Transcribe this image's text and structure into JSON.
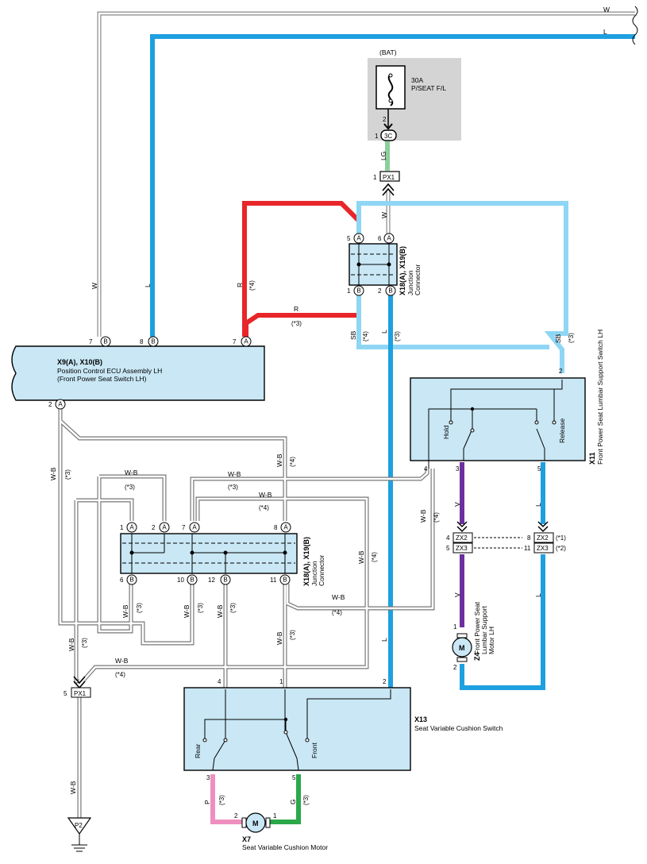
{
  "ecu": {
    "code": "X9(A), X10(B)",
    "name1": "Position Control ECU Assembly LH",
    "name2": "(Front Power Seat Switch LH)"
  },
  "fuse": {
    "source": "(BAT)",
    "rating": "30A",
    "name": "P/SEAT F/L",
    "pin": "2",
    "conn": "3C",
    "conn_pin": "1"
  },
  "px1_top": {
    "pin": "1",
    "name": "PX1"
  },
  "px1_bottom": {
    "pin": "5",
    "name": "PX1"
  },
  "jc_upper": {
    "code": "X18(A), X19(B)",
    "name1": "Junction",
    "name2": "Connector"
  },
  "jc_lower": {
    "code": "X18(A), X19(B)",
    "name1": "Junction",
    "name2": "Connector"
  },
  "lumbar_switch": {
    "code": "X11",
    "name": "Front Power Seat Lumbar Support Switch LH",
    "hold": "Hold",
    "release": "Release"
  },
  "lumbar_motor": {
    "code": "Z4",
    "name1": "Front Power Seat",
    "name2": "Lumbar Support",
    "name3": "Motor LH",
    "m": "M"
  },
  "cushion_switch": {
    "code": "X13",
    "name": "Seat Variable Cushion Switch",
    "rear": "Rear",
    "front": "Front"
  },
  "cushion_motor": {
    "code": "X7",
    "name": "Seat Variable Cushion Motor",
    "m": "M"
  },
  "ground": {
    "name": "P2"
  },
  "zx": {
    "zx2": "ZX2",
    "zx3": "ZX3",
    "n1": "(*1)",
    "n2": "(*2)"
  },
  "wire_colors": {
    "W": "W",
    "L": "L",
    "R": "R",
    "LG": "LG",
    "SB": "SB",
    "WB": "W-B",
    "V": "V",
    "P": "P",
    "G": "G"
  },
  "notes": {
    "n3": "(*3)",
    "n4": "(*4)"
  },
  "colors": {
    "blue": "#1ea0e0",
    "lightblue": "#8fd6f5",
    "red": "#e8262a",
    "green": "#2aa84a",
    "lightgreen": "#8ccf9a",
    "purple": "#6e2f9e",
    "pink": "#ee8fbf",
    "box": "#c9e7f5"
  }
}
